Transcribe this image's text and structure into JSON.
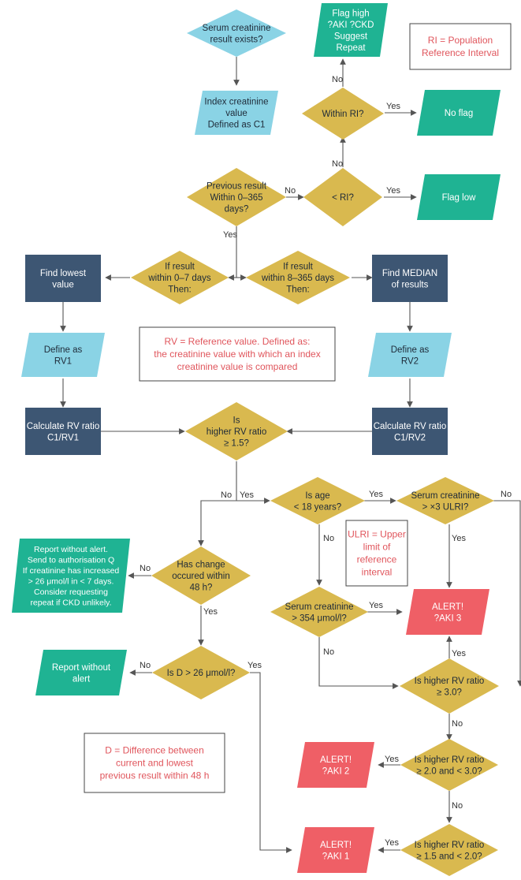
{
  "colors": {
    "diamond": "#d9b94f",
    "cyan": "#8ad3e5",
    "green": "#1fb393",
    "navy": "#3d5673",
    "red": "#ef5f66",
    "note_text": "#e0555c",
    "line": "#555555",
    "text_dark": "#1e2a38",
    "text_light": "#ffffff"
  },
  "nodes": {
    "serum_exists": [
      "Serum creatinine",
      "result exists?"
    ],
    "index_value": [
      "Index creatinine",
      "value",
      "Defined as C1"
    ],
    "flag_high": [
      "Flag high",
      "?AKI ?CKD",
      "Suggest",
      "Repeat"
    ],
    "within_ri": [
      "Within RI?"
    ],
    "no_flag": [
      "No flag"
    ],
    "previous_result": [
      "Previous result",
      "Within 0–365",
      "days?"
    ],
    "less_ri": [
      "< RI?"
    ],
    "flag_low": [
      "Flag low"
    ],
    "find_lowest": [
      "Find lowest",
      "value"
    ],
    "within_0_7": [
      "If result",
      "within 0–7 days",
      "Then:"
    ],
    "within_8_365": [
      "If result",
      "within 8–365 days",
      "Then:"
    ],
    "find_median": [
      "Find MEDIAN",
      "of results"
    ],
    "define_rv1": [
      "Define as",
      "RV1"
    ],
    "define_rv2": [
      "Define as",
      "RV2"
    ],
    "calc_rv1": [
      "Calculate RV ratio",
      "C1/RV1"
    ],
    "calc_rv2": [
      "Calculate RV ratio",
      "C1/RV2"
    ],
    "higher_15": [
      "Is",
      "higher RV ratio",
      "≥ 1.5?"
    ],
    "age_18": [
      "Is age",
      "< 18 years?"
    ],
    "serum_3ulri": [
      "Serum creatinine",
      "> ×3 ULRI?"
    ],
    "report_alert_q": [
      "Report without alert.",
      "Send to authorisation Q",
      "If creatinine has increased",
      "> 26 μmol/l in < 7 days.",
      "Consider requesting",
      "repeat if CKD  unlikely."
    ],
    "change_48h": [
      "Has change",
      "occured within",
      "48 h?"
    ],
    "serum_354": [
      "Serum creatinine",
      "> 354 μmol/l?"
    ],
    "alert_aki3": [
      "ALERT!",
      "?AKI 3"
    ],
    "report_no_alert": [
      "Report without",
      "alert"
    ],
    "d_26": [
      "Is D > 26 μmol/l?"
    ],
    "higher_30": [
      "Is higher RV ratio",
      "≥ 3.0?"
    ],
    "alert_aki2": [
      "ALERT!",
      "?AKI 2"
    ],
    "higher_20_30": [
      "Is higher RV ratio",
      "≥ 2.0 and < 3.0?"
    ],
    "alert_aki1": [
      "ALERT!",
      "?AKI 1"
    ],
    "higher_15_20": [
      "Is higher RV ratio",
      "≥ 1.5 and < 2.0?"
    ]
  },
  "notes": {
    "ri": [
      "RI = Population",
      "Reference Interval"
    ],
    "rv": [
      "RV = Reference value. Defined as:",
      "the creatinine value with which an index",
      "creatinine value is compared"
    ],
    "ulri": [
      "ULRI = Upper",
      "limit of",
      "reference",
      "interval"
    ],
    "d": [
      "D = Difference between",
      "current and lowest",
      "previous result within 48 h"
    ]
  },
  "edge_labels": {
    "within_ri_no": "No",
    "within_ri_yes": "Yes",
    "less_ri_no": "No",
    "less_ri_yes": "Yes",
    "previous_no": "No",
    "previous_yes": "Yes",
    "higher15_no": "No",
    "higher15_yes": "Yes",
    "age_yes": "Yes",
    "age_no": "No",
    "serum3_no": "No",
    "serum3_yes": "Yes",
    "change_no": "No",
    "change_yes": "Yes",
    "serum354_yes": "Yes",
    "serum354_no": "No",
    "d26_no": "No",
    "d26_yes": "Yes",
    "higher30_yes": "Yes",
    "higher30_no": "No",
    "higher2030_yes": "Yes",
    "higher2030_no": "No",
    "higher1520_yes": "Yes"
  }
}
